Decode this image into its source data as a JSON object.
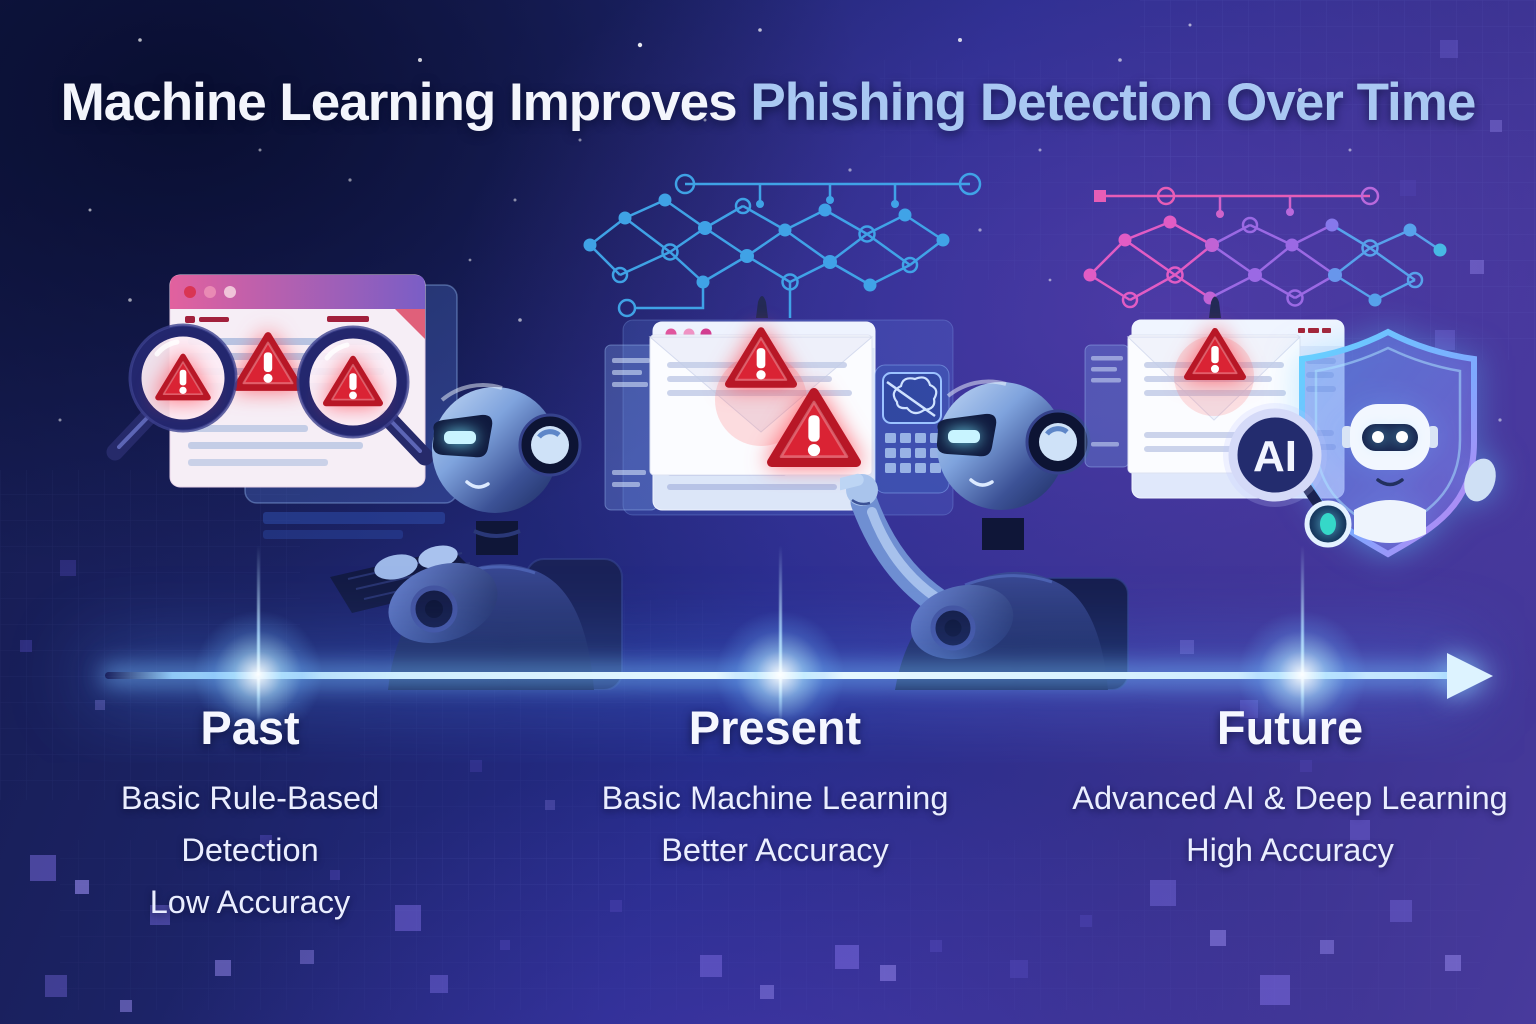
{
  "title": {
    "part1": "Machine Learning Improves ",
    "part2": "Phishing Detection Over Time"
  },
  "stages": [
    {
      "id": "past",
      "label": "Past",
      "desc_lines": [
        "Basic Rule-Based Detection",
        "Low Accuracy"
      ]
    },
    {
      "id": "present",
      "label": "Present",
      "desc_lines": [
        "Basic Machine Learning",
        "Better Accuracy"
      ]
    },
    {
      "id": "future",
      "label": "Future",
      "desc_lines": [
        "Advanced AI & Deep Learning",
        "High Accuracy"
      ]
    }
  ],
  "future_badge": {
    "ai_label": "AI"
  },
  "icons": [
    "warning-triangle-icon",
    "magnifier-icon",
    "browser-window-icon",
    "email-envelope-icon",
    "neural-network-icon",
    "robot-analyst-icon",
    "brain-chip-icon",
    "keypad-icon",
    "ai-badge-icon",
    "ai-shield-icon",
    "shield-robot-face-icon",
    "timeline-arrow-icon"
  ],
  "colors": {
    "background_top": "#141a4b",
    "background_center": "#262c8b",
    "background_purple": "#483a9c",
    "title_white": "#f3f5fc",
    "title_highlight": "#a9c8f2",
    "timeline_glow": "#cfeeff",
    "warning_red": "#da2334",
    "network_cyan": "#3fa8ec",
    "network_pink": "#e85cc0",
    "network_purple": "#a06ce8",
    "shield_cyan": "#5ad0ff",
    "robot_light": "#b9d2f2",
    "robot_dark": "#1b2a5e"
  }
}
